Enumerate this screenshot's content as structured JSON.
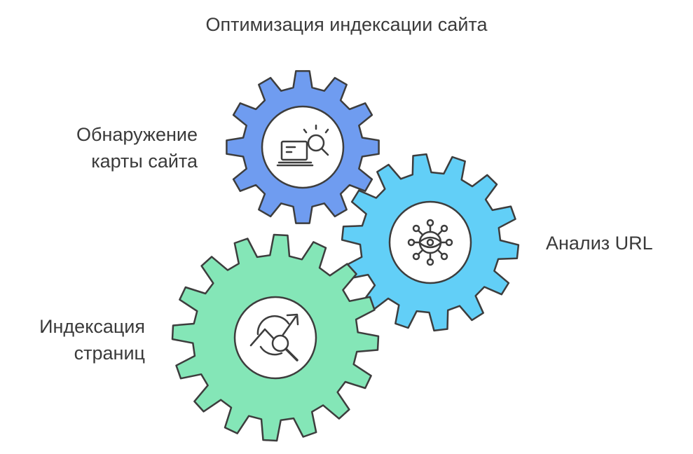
{
  "title": "Оптимизация индексации сайта",
  "gears": [
    {
      "id": "sitemap",
      "label_lines": [
        "Обнаружение",
        "карты сайта"
      ],
      "color": "#6f9cf0",
      "icon": "laptop-search-icon"
    },
    {
      "id": "url",
      "label_lines": [
        "Анализ URL"
      ],
      "color": "#62cff7",
      "icon": "eye-network-icon"
    },
    {
      "id": "index",
      "label_lines": [
        "Индексация",
        "страниц"
      ],
      "color": "#84e6b7",
      "icon": "chart-magnifier-icon"
    }
  ],
  "colors": {
    "stroke": "#3d3d3d",
    "text": "#3a3a3a",
    "circle": "#ffffff"
  }
}
